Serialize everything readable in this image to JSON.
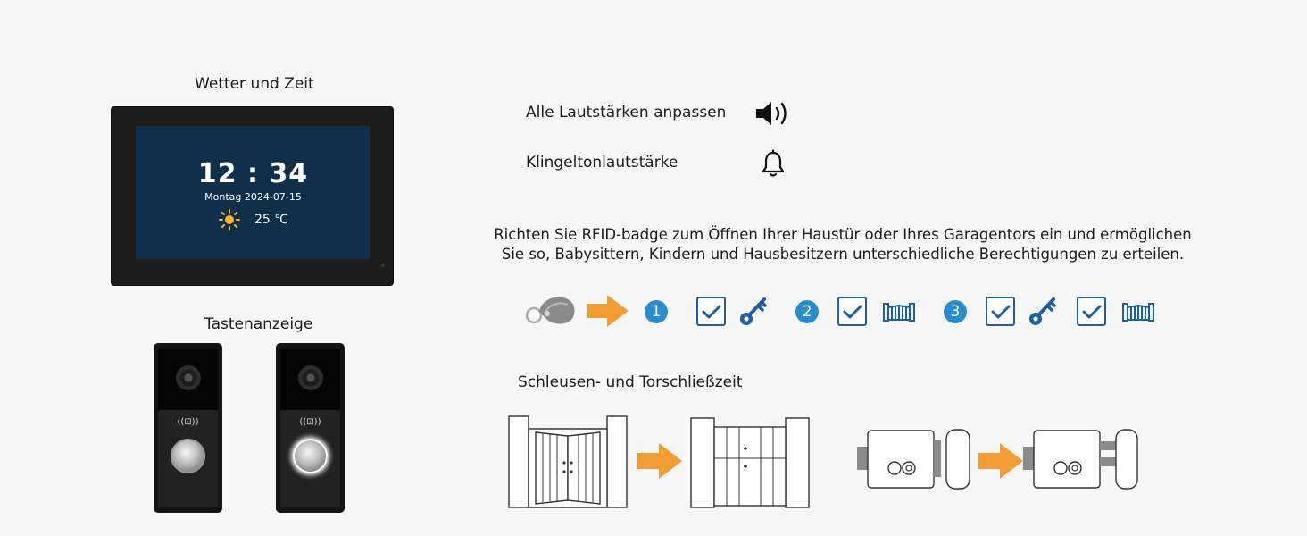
{
  "left": {
    "weather_title": "Wetter und Zeit",
    "screen": {
      "time": "12 : 34",
      "date": "Montag 2024-07-15",
      "temperature": "25 ℃"
    },
    "button_title": "Tastenanzeige",
    "rfid_glyph": "((⊡))"
  },
  "volume": {
    "all_volumes": "Alle Lautstärken anpassen",
    "ringtone_volume": "Klingeltonlautstärke"
  },
  "rfid": {
    "line1": "Richten Sie RFID-badge zum Öffnen Ihrer Haustür oder Ihres Garagentors ein und ermöglichen",
    "line2": "Sie so, Babysittern, Kindern und Hausbesitzern unterschiedliche Berechtigungen zu erteilen.",
    "steps": [
      "1",
      "2",
      "3"
    ]
  },
  "lock": {
    "title": "Schleusen- und Torschließzeit"
  },
  "colors": {
    "accent_orange": "#f39c33",
    "accent_blue": "#1b5fa5",
    "number_blue": "#2a8ccc"
  }
}
